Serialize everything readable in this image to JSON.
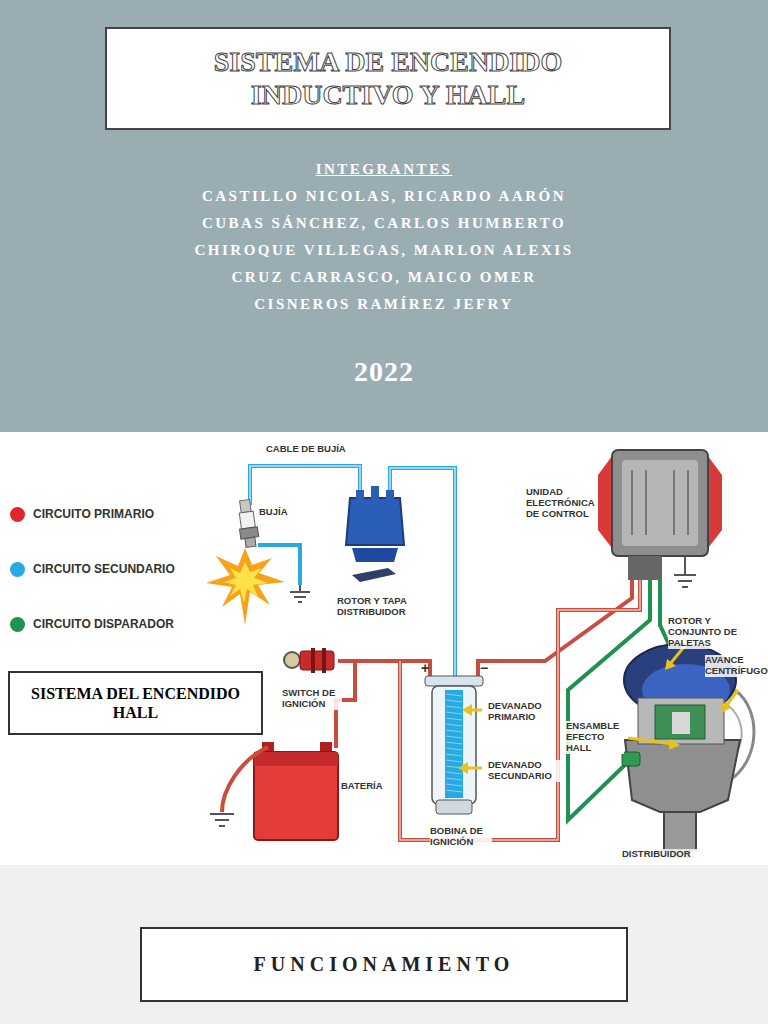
{
  "diagram": {
    "nodes": [
      {
        "text": [
          "SISTEMA DE ENCENDIDO INDUCTIVO Y HALL"
        ]
      },
      {
        "text": [
          "SISTEMA DEL ENCENDIDO HALL"
        ]
      },
      {
        "text": [
          "FUNCIONAMIENTO"
        ]
      }
    ],
    "labels": [
      "INTEGRANTES",
      "CASTILLO NICOLAS, RICARDO AARÓN",
      "CUBAS SÁNCHEZ, CARLOS HUMBERTO",
      "CHIROQUE VILLEGAS, MARLON ALEXIS",
      "CRUZ CARRASCO, MAICO OMER",
      "CISNEROS RAMÍREZ JEFRY",
      "2022",
      "CABLE DE BUJÍA",
      "BUJÍA",
      "ROTOR Y TAPA DISTRIBUIDOR",
      "UNIDAD ELECTRÓNICA DE CONTROL",
      "ROTOR Y CONJUNTO DE PALETAS",
      "AVANCE CENTRÍFUGO",
      "SWITCH DE IGNICIÓN",
      "DEVANADO PRIMARIO",
      "ENSAMBLE EFECTO HALL",
      "DEVANADO SECUNDARIO",
      "BATERÍA",
      "BOBINA DE IGNICIÓN",
      "DISTRIBUIDOR",
      "+",
      "−"
    ],
    "legend": [
      {
        "text": "CIRCUITO PRIMARIO",
        "color": "#e0262b"
      },
      {
        "text": "CIRCUITO SECUNDARIO",
        "color": "#27a9e1"
      },
      {
        "text": "CIRCUITO DISPARADOR",
        "color": "#1f9150"
      }
    ]
  }
}
